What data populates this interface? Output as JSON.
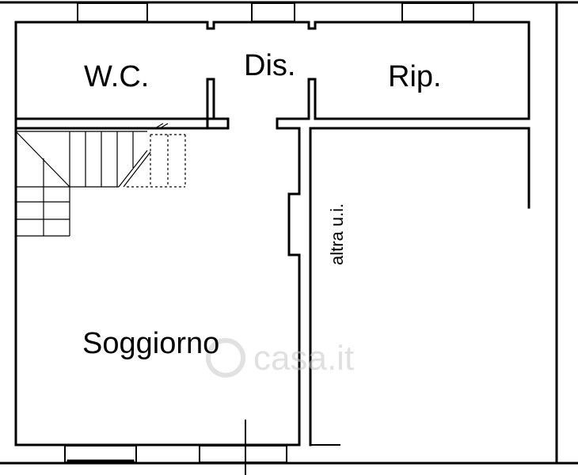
{
  "rooms": {
    "wc": "W.C.",
    "dis": "Dis.",
    "rip": "Rip.",
    "soggiorno": "Soggiorno",
    "altra": "altra u.i."
  },
  "watermark": "casa.it"
}
